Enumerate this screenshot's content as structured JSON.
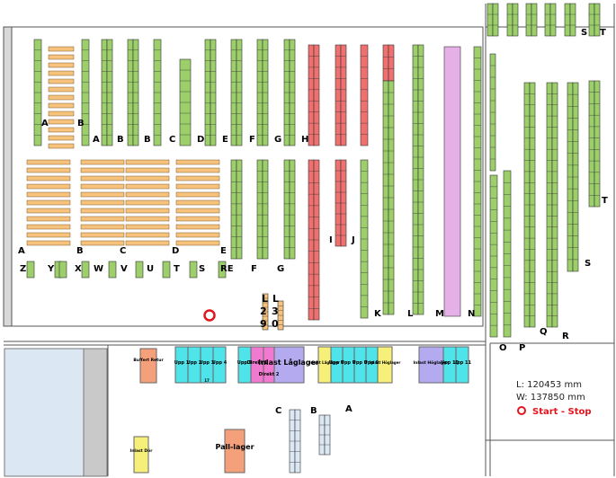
{
  "legend": {
    "length": "L:  120453 mm",
    "width": "W: 137850 mm",
    "start_stop": "Start - Stop"
  },
  "colors": {
    "rack_green": "#9ccf6a",
    "rack_orange": "#f6c27c",
    "rack_red": "#f07070",
    "rack_purple": "#e5b0e8",
    "zone_cyan": "#4fe3ea",
    "zone_pink": "#f07ad0",
    "zone_lavender": "#b3aaf0",
    "zone_yellow": "#f6f07a",
    "zone_salmon": "#f4a07a",
    "dock_blue": "#dbe8f4",
    "start_red": "#e3141c"
  },
  "aisle_labels": [
    "A",
    "B",
    "A",
    "B",
    "B",
    "C",
    "D",
    "E",
    "F",
    "G",
    "H",
    "A",
    "B",
    "C",
    "D",
    "E",
    "I",
    "J",
    "Z",
    "Y",
    "X",
    "W",
    "V",
    "U",
    "T",
    "S",
    "RE",
    "F",
    "G",
    "K",
    "L",
    "M",
    "N",
    "S",
    "T",
    "T",
    "S",
    "O",
    "P",
    "Q",
    "R",
    "L",
    "L",
    "2",
    "3",
    "9",
    "0",
    "C",
    "B",
    "A"
  ],
  "zones": {
    "buffert": "Buffert Retur",
    "upp1": "Upp 1",
    "upp2": "Upp 2",
    "upp3": "Upp 3",
    "upp4": "Upp 4",
    "upp5": "Upp 5",
    "direkt1": "Direkt 1",
    "direkt2": "Direkt 2",
    "inlast_laglager": "Inlast Låglager",
    "inlast_laglager2": "Inlast Låglager",
    "upp6": "Upp 6",
    "upp7": "Upp 7",
    "upp8": "Upp 8",
    "upp9": "Upp 9",
    "inlast_hoglager": "Inlast Höglager",
    "inlast_hoglager2": "Inlast Höglager",
    "upp10": "Upp 10",
    "upp11": "Upp 11",
    "inlast_dor": "Inlast Dör",
    "pall_lager": "Pall-lager",
    "small17": "17"
  }
}
